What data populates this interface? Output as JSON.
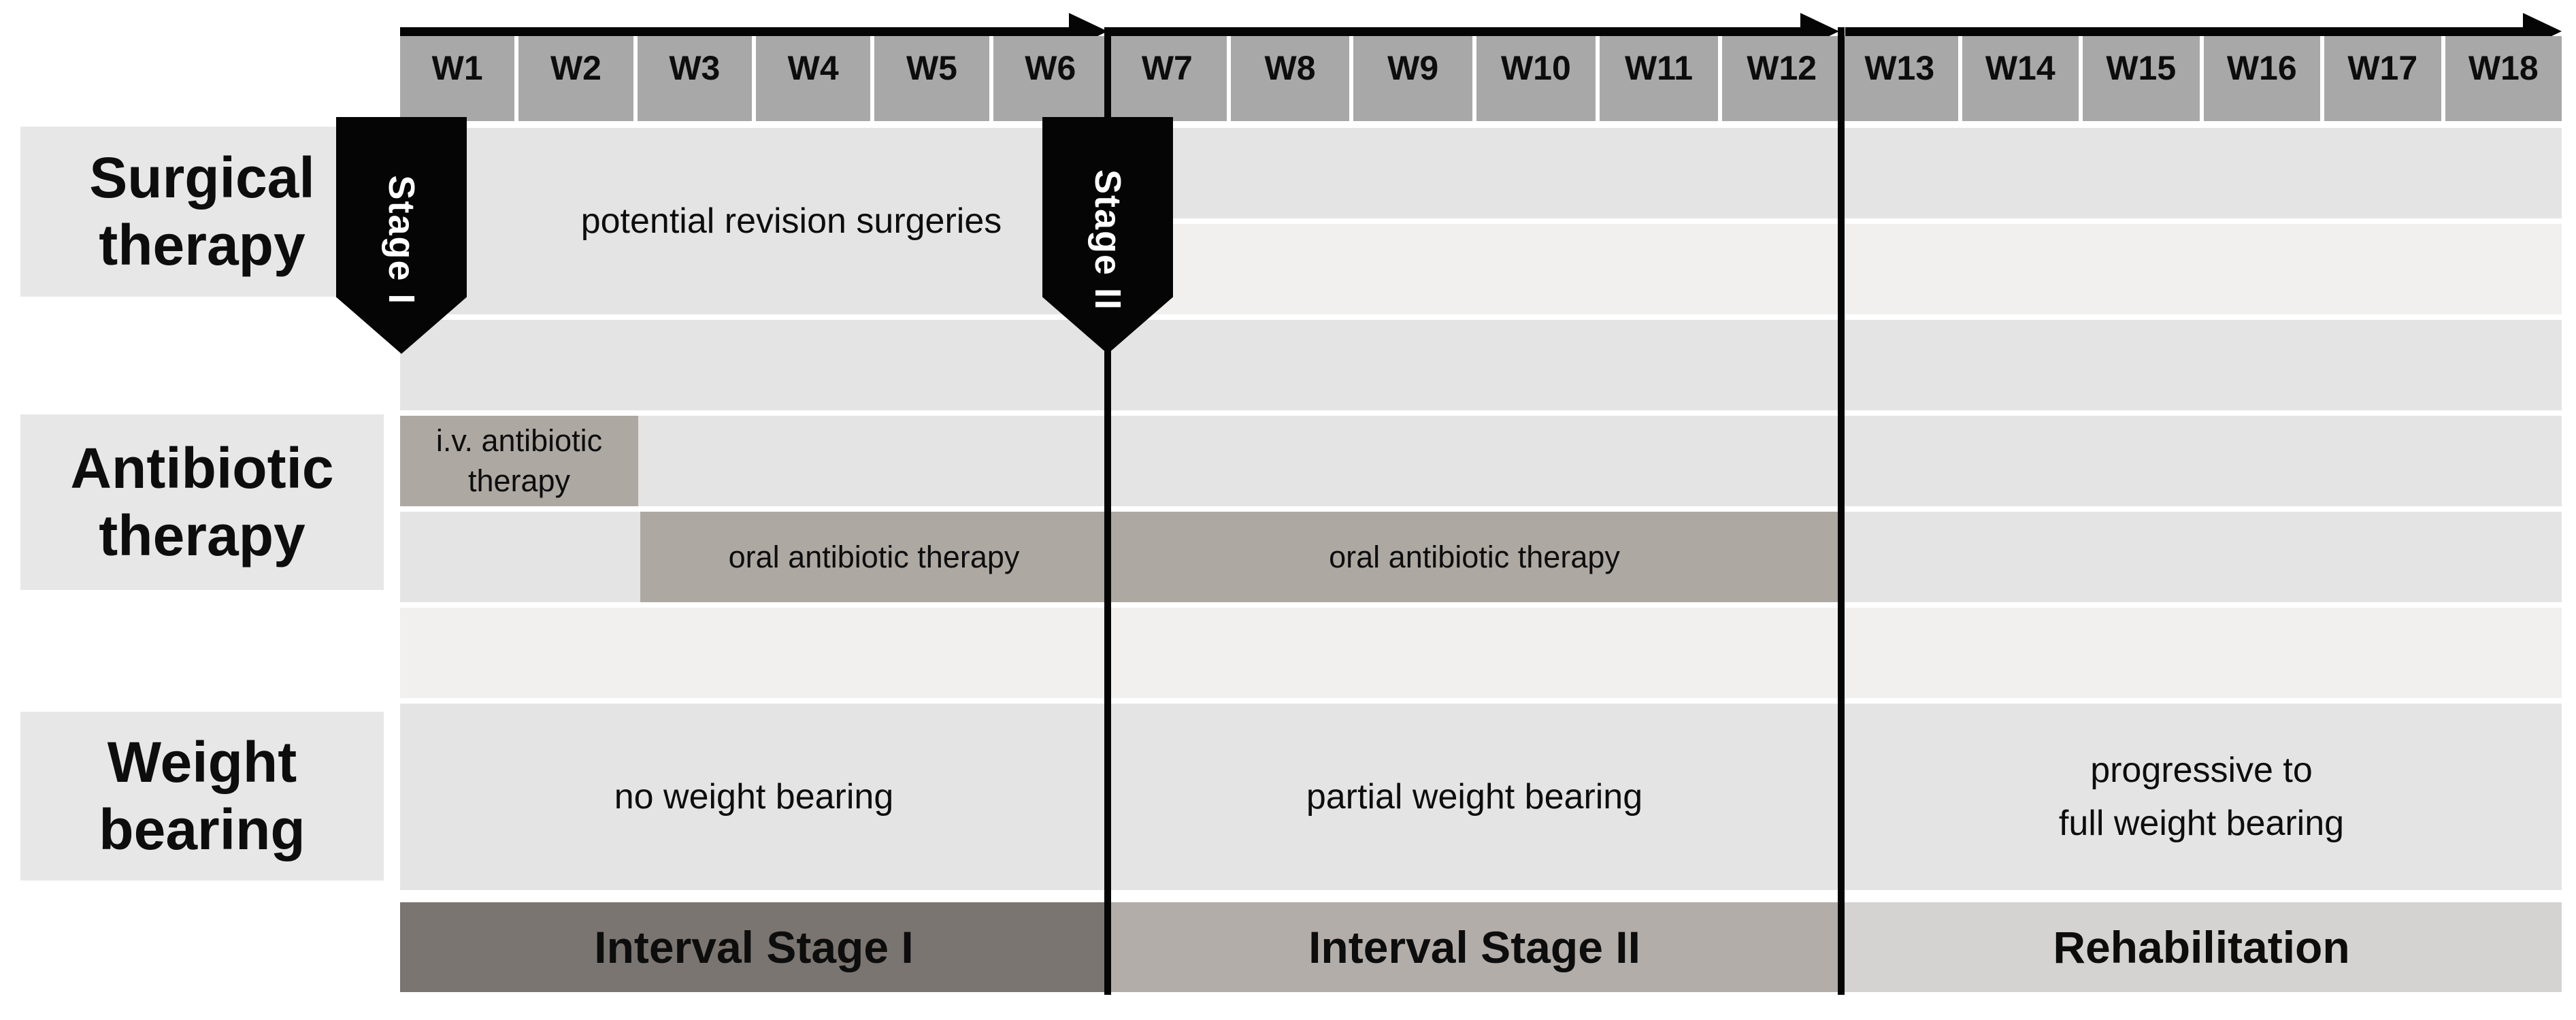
{
  "timeline": {
    "weeks": [
      "W1",
      "W2",
      "W3",
      "W4",
      "W5",
      "W6",
      "W7",
      "W8",
      "W9",
      "W10",
      "W11",
      "W12",
      "W13",
      "W14",
      "W15",
      "W16",
      "W17",
      "W18"
    ]
  },
  "row_labels": {
    "surgical": "Surgical\ntherapy",
    "antibiotic": "Antibiotic\ntherapy",
    "weight": "Weight\nbearing"
  },
  "stage_markers": {
    "stage1": "Stage I",
    "stage2": "Stage II"
  },
  "bars": {
    "surgical_revision": "potential revision surgeries",
    "iv_antibiotic": "i.v. antibiotic\ntherapy",
    "oral_antibiotic_1": "oral antibiotic therapy",
    "oral_antibiotic_2": "oral antibiotic therapy",
    "no_weight": "no weight bearing",
    "partial_weight": "partial weight bearing",
    "progressive_weight": "progressive to\nfull weight bearing"
  },
  "phases": {
    "interval1": "Interval Stage I",
    "interval2": "Interval Stage II",
    "rehab": "Rehabilitation"
  },
  "structure": {
    "sections": [
      {
        "name": "Interval Stage I",
        "from": "W1",
        "to": "W6"
      },
      {
        "name": "Interval Stage II",
        "from": "W7",
        "to": "W12"
      },
      {
        "name": "Rehabilitation",
        "from": "W13",
        "to": "W18"
      }
    ],
    "spans": [
      {
        "row": "Surgical therapy",
        "label": "potential revision surgeries",
        "from": "W1",
        "to": "W6"
      },
      {
        "row": "Antibiotic therapy",
        "label": "i.v. antibiotic therapy",
        "from": "W1",
        "to": "W2"
      },
      {
        "row": "Antibiotic therapy",
        "label": "oral antibiotic therapy",
        "from": "W3",
        "to": "W6"
      },
      {
        "row": "Antibiotic therapy",
        "label": "oral antibiotic therapy",
        "from": "W7",
        "to": "W12"
      },
      {
        "row": "Weight bearing",
        "label": "no weight bearing",
        "from": "W1",
        "to": "W6"
      },
      {
        "row": "Weight bearing",
        "label": "partial weight bearing",
        "from": "W7",
        "to": "W12"
      },
      {
        "row": "Weight bearing",
        "label": "progressive to full weight bearing",
        "from": "W13",
        "to": "W18"
      }
    ]
  },
  "colors": {
    "header-cell": "#a8a8a8",
    "band-light": "#e5e4e4",
    "band-lighter": "#f1f0ef",
    "label-box": "#e8e7e7",
    "antibiotic-box": "#aea8a3",
    "interval1": "#7b7571",
    "interval2": "#b2ada9",
    "rehab": "#d5d3d1",
    "marker": "#050505",
    "text": "#0d0d0d",
    "pennant-text": "#ffffff"
  }
}
